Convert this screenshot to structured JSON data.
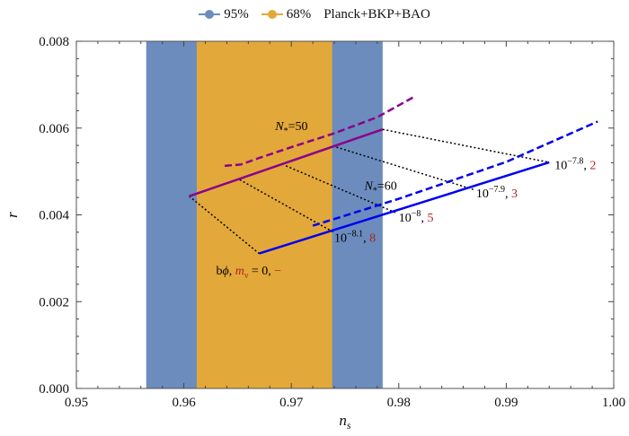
{
  "chart_data": {
    "type": "line",
    "xlabel": "n_s",
    "ylabel": "r",
    "xlim": [
      0.95,
      1.0
    ],
    "ylim": [
      0.0,
      0.008
    ],
    "x_ticks": [
      0.95,
      0.96,
      0.97,
      0.98,
      0.99,
      1.0
    ],
    "x_tick_labels": [
      "0.95",
      "0.96",
      "0.97",
      "0.98",
      "0.99",
      "1.00"
    ],
    "y_ticks": [
      0.0,
      0.002,
      0.004,
      0.006,
      0.008
    ],
    "y_tick_labels": [
      "0.000",
      "0.002",
      "0.004",
      "0.006",
      "0.008"
    ],
    "legend": {
      "placement": "top",
      "entries": [
        {
          "label": "95%",
          "color": "#6b8cbd"
        },
        {
          "label": "68%",
          "color": "#e3a83a"
        },
        {
          "label": "Planck+BKP+BAO",
          "color": ""
        }
      ]
    },
    "regions": [
      {
        "name": "95%",
        "color": "#6b8cbd",
        "x_range": [
          0.9565,
          0.9785
        ]
      },
      {
        "name": "68%",
        "color": "#e3a83a",
        "x_range": [
          0.9612,
          0.9738
        ]
      }
    ],
    "series": [
      {
        "color": "#8b008b",
        "dash": false,
        "points": [
          [
            0.9605,
            0.00443
          ],
          [
            0.9785,
            0.00597
          ]
        ]
      },
      {
        "color": "#8b008b",
        "dash": true,
        "points": [
          [
            0.9638,
            0.00513
          ],
          [
            0.9653,
            0.00516
          ],
          [
            0.967,
            0.00531
          ],
          [
            0.97,
            0.00556
          ],
          [
            0.974,
            0.00588
          ],
          [
            0.978,
            0.00625
          ],
          [
            0.9815,
            0.00673
          ]
        ]
      },
      {
        "color": "#0000ee",
        "dash": false,
        "points": [
          [
            0.967,
            0.00311
          ],
          [
            0.994,
            0.00521
          ]
        ]
      },
      {
        "color": "#0000ee",
        "dash": true,
        "points": [
          [
            0.972,
            0.00375
          ],
          [
            0.98,
            0.00437
          ],
          [
            0.99,
            0.00522
          ],
          [
            0.9985,
            0.00615
          ]
        ]
      }
    ],
    "connectors": [
      {
        "color": "#000000",
        "points": [
          [
            0.9605,
            0.00443
          ],
          [
            0.967,
            0.00311
          ]
        ]
      },
      {
        "color": "#000000",
        "points": [
          [
            0.9652,
            0.00481
          ],
          [
            0.974,
            0.00359
          ]
        ]
      },
      {
        "color": "#000000",
        "points": [
          [
            0.9695,
            0.00513
          ],
          [
            0.9798,
            0.00404
          ]
        ]
      },
      {
        "color": "#000000",
        "points": [
          [
            0.9742,
            0.00556
          ],
          [
            0.987,
            0.00458
          ]
        ]
      },
      {
        "color": "#000000",
        "points": [
          [
            0.9785,
            0.00597
          ],
          [
            0.994,
            0.00521
          ]
        ]
      }
    ],
    "annotations": [
      {
        "x": 0.9685,
        "y": 0.00595,
        "parts": [
          {
            "text": "N",
            "italic": true,
            "color": "#000000"
          },
          {
            "text": "*",
            "sub": true,
            "color": "#000000"
          },
          {
            "text": "=50",
            "color": "#000000"
          }
        ]
      },
      {
        "x": 0.9768,
        "y": 0.00458,
        "parts": [
          {
            "text": "N",
            "italic": true,
            "color": "#000000"
          },
          {
            "text": "*",
            "sub": true,
            "color": "#000000"
          },
          {
            "text": "=60",
            "color": "#000000"
          }
        ]
      },
      {
        "x": 0.9945,
        "y": 0.00505,
        "parts": [
          {
            "text": "10",
            "color": "#000000"
          },
          {
            "text": "−7.8",
            "sup": true,
            "color": "#000000"
          },
          {
            "text": ",  ",
            "color": "#000000"
          },
          {
            "text": "2",
            "color": "#b22222"
          }
        ]
      },
      {
        "x": 0.9872,
        "y": 0.0044,
        "parts": [
          {
            "text": "10",
            "color": "#000000"
          },
          {
            "text": "−7.9",
            "sup": true,
            "color": "#000000"
          },
          {
            "text": ",  ",
            "color": "#000000"
          },
          {
            "text": "3",
            "color": "#b22222"
          }
        ]
      },
      {
        "x": 0.98,
        "y": 0.00385,
        "parts": [
          {
            "text": "10",
            "color": "#000000"
          },
          {
            "text": "−8",
            "sup": true,
            "color": "#000000"
          },
          {
            "text": ",  ",
            "color": "#000000"
          },
          {
            "text": "5",
            "color": "#b22222"
          }
        ]
      },
      {
        "x": 0.974,
        "y": 0.00338,
        "parts": [
          {
            "text": "10",
            "color": "#000000"
          },
          {
            "text": "−8.1",
            "sup": true,
            "color": "#000000"
          },
          {
            "text": ",  ",
            "color": "#000000"
          },
          {
            "text": "8",
            "color": "#b22222"
          }
        ]
      },
      {
        "x": 0.963,
        "y": 0.00263,
        "parts": [
          {
            "text": "b",
            "color": "#000000"
          },
          {
            "text": "ϕ",
            "italic": true,
            "color": "#000000"
          },
          {
            "text": ", ",
            "color": "#000000"
          },
          {
            "text": "m",
            "italic": true,
            "color": "#b22222"
          },
          {
            "text": "ν",
            "sub": true,
            "color": "#b22222"
          },
          {
            "text": " = 0, ",
            "color": "#000000"
          },
          {
            "text": "−",
            "color": "#b22222"
          }
        ]
      }
    ]
  }
}
